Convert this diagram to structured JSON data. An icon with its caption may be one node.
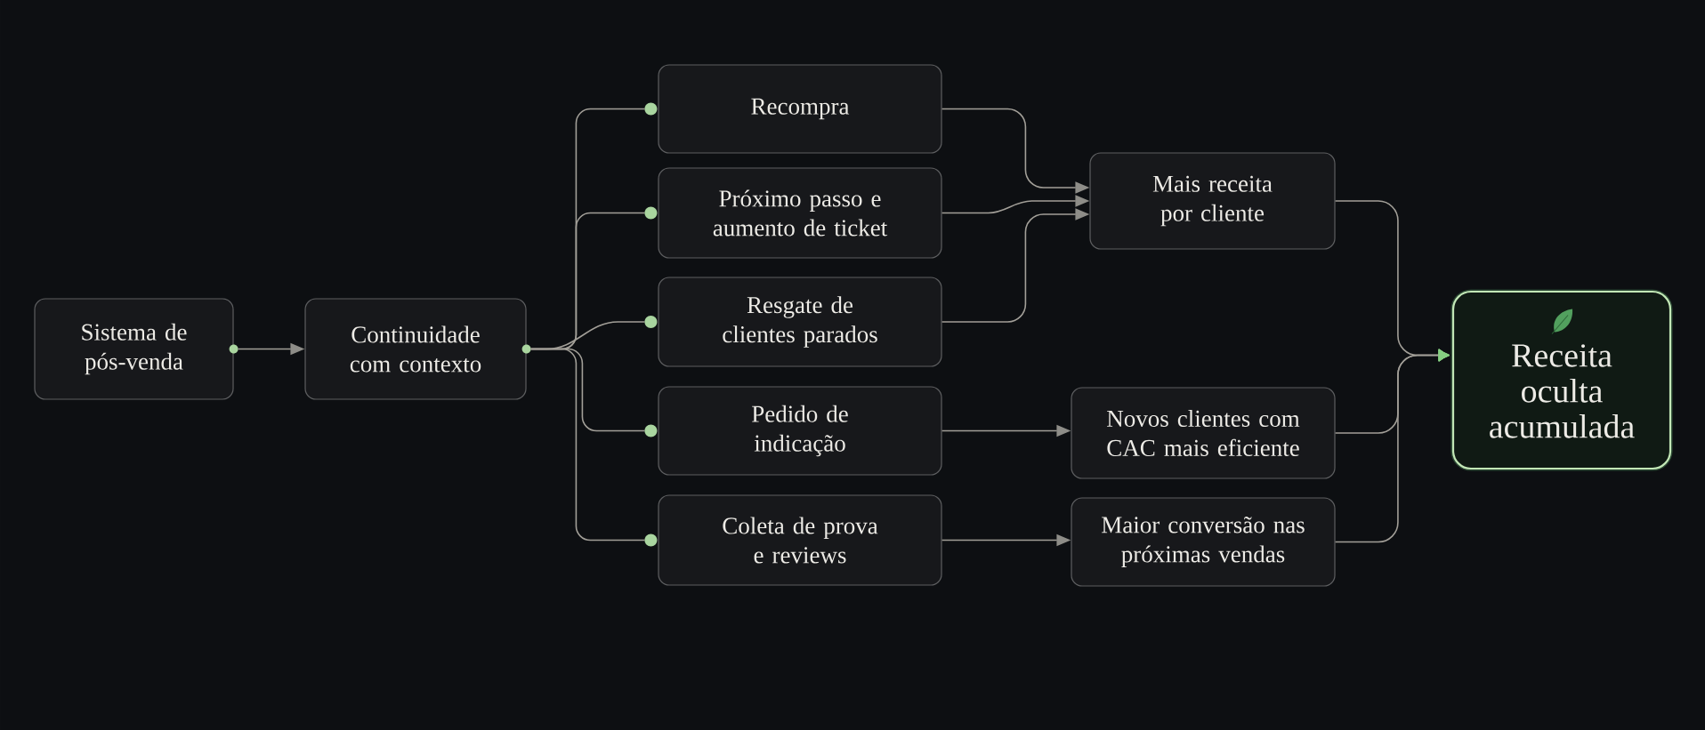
{
  "diagram": {
    "nodes": [
      {
        "text": [
          "Sistema de pós-venda"
        ]
      },
      {
        "text": [
          "Continuidade com contexto"
        ]
      },
      {
        "text": [
          "Recompra"
        ]
      },
      {
        "text": [
          "Próximo passo e aumento de ticket"
        ]
      },
      {
        "text": [
          "Resgate de clientes parados"
        ]
      },
      {
        "text": [
          "Pedido de indicação"
        ]
      },
      {
        "text": [
          "Coleta de prova e reviews"
        ]
      },
      {
        "text": [
          "Mais receita por cliente"
        ]
      },
      {
        "text": [
          "Novos clientes com CAC mais eficiente"
        ]
      },
      {
        "text": [
          "Maior conversão nas próximas vendas"
        ]
      },
      {
        "text": [
          "Receita oculta acumulada"
        ]
      }
    ],
    "edges": [
      {
        "from": 0,
        "to": 1,
        "arrow": "to"
      },
      {
        "from": 1,
        "to": 2,
        "arrow": "other"
      },
      {
        "from": 1,
        "to": 3,
        "arrow": "other"
      },
      {
        "from": 1,
        "to": 4,
        "arrow": "other"
      },
      {
        "from": 1,
        "to": 5,
        "arrow": "other"
      },
      {
        "from": 1,
        "to": 6,
        "arrow": "other"
      },
      {
        "from": 2,
        "to": 7,
        "arrow": "to"
      },
      {
        "from": 3,
        "to": 7,
        "arrow": "to"
      },
      {
        "from": 4,
        "to": 7,
        "arrow": "to"
      },
      {
        "from": 5,
        "to": 8,
        "arrow": "to"
      },
      {
        "from": 6,
        "to": 9,
        "arrow": "to"
      },
      {
        "from": 7,
        "to": 10,
        "arrow": "to"
      },
      {
        "from": 8,
        "to": 10,
        "arrow": "to"
      },
      {
        "from": 9,
        "to": 10,
        "arrow": "to"
      }
    ]
  }
}
